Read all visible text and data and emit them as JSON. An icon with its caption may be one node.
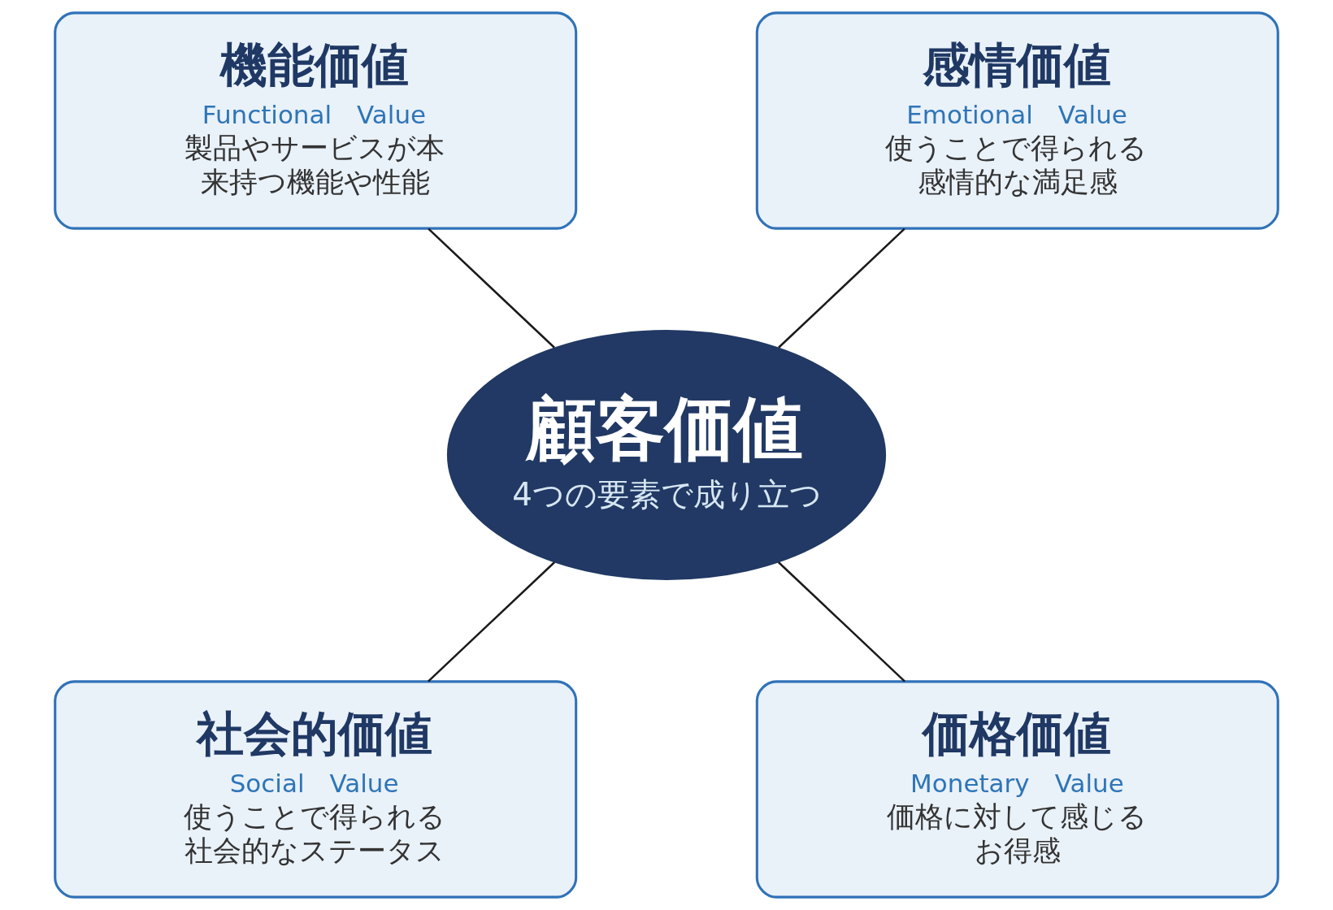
{
  "diagram": {
    "nodes": [
      {
        "text": [
          "機能価値",
          "Functional　Value",
          "製品やサービスが本来持つ機能や性能"
        ]
      },
      {
        "text": [
          "感情価値",
          "Emotional　Value",
          "使うことで得られる感情的な満足感"
        ]
      },
      {
        "text": [
          "顧客価値",
          "4つの要素で成り立つ"
        ]
      },
      {
        "text": [
          "社会的価値",
          "Social　Value",
          "使うことで得られる社会的なステータス"
        ]
      },
      {
        "text": [
          "価格価値",
          "Monetary　Value",
          "価格に対して感じるお得感"
        ]
      }
    ],
    "edges": [
      {
        "from": 0,
        "to": 2,
        "arrow": "none"
      },
      {
        "from": 1,
        "to": 2,
        "arrow": "none"
      },
      {
        "from": 2,
        "to": 3,
        "arrow": "none"
      },
      {
        "from": 2,
        "to": 4,
        "arrow": "none"
      }
    ]
  }
}
